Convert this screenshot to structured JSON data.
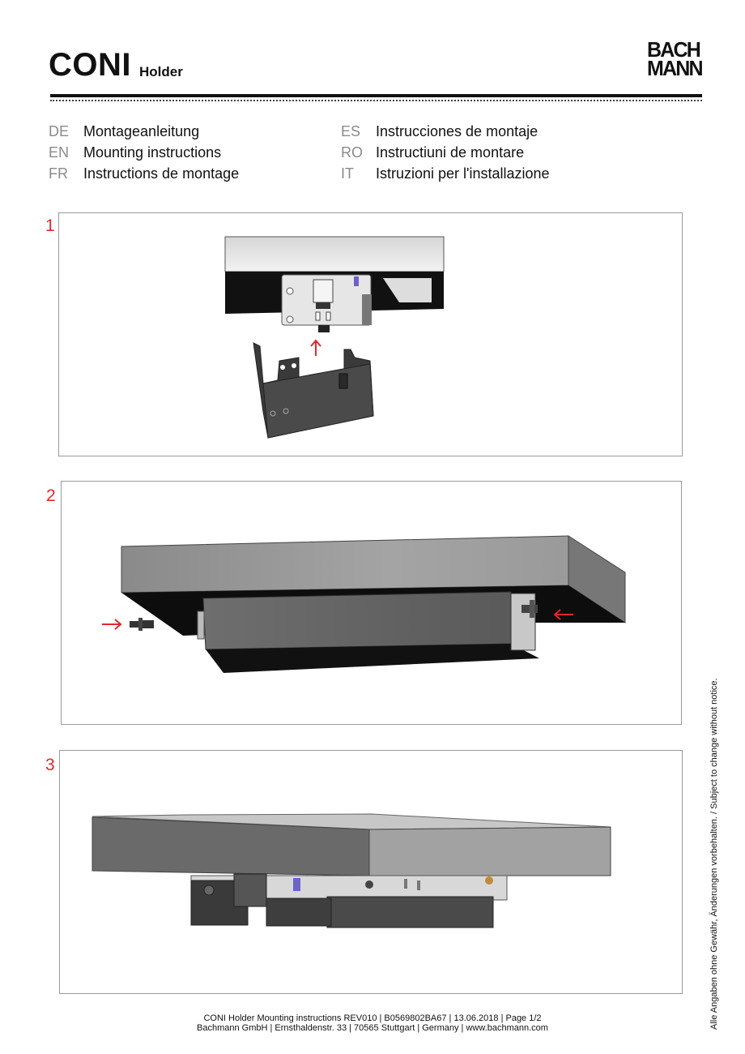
{
  "header": {
    "title": "CONI",
    "subtitle": "Holder",
    "logo_line1": "BACH",
    "logo_line2": "MANN"
  },
  "languages": {
    "left": [
      {
        "code": "DE",
        "text": "Montageanleitung"
      },
      {
        "code": "EN",
        "text": "Mounting instructions"
      },
      {
        "code": "FR",
        "text": "Instructions de montage"
      }
    ],
    "right": [
      {
        "code": "ES",
        "text": "Instrucciones de montaje"
      },
      {
        "code": "RO",
        "text": "Instructiuni de montare"
      },
      {
        "code": "IT",
        "text": "Istruzioni per l'installazione"
      }
    ]
  },
  "steps": [
    {
      "number": "1",
      "illustration": "holder-bracket-attach-from-below"
    },
    {
      "number": "2",
      "illustration": "insert-push-rivets-both-sides"
    },
    {
      "number": "3",
      "illustration": "assembled-holder-under-tabletop"
    }
  ],
  "colors": {
    "accent_red": "#e3262e",
    "box_border": "#9a9a9a",
    "lang_code_gray": "#8a8a8a"
  },
  "footer": {
    "line1": "CONI Holder Mounting instructions REV010 | B0569802BA67 | 13.06.2018 | Page 1/2",
    "line2": "Bachmann GmbH | Ernsthaldenstr. 33 | 70565 Stuttgart | Germany | www.bachmann.com"
  },
  "side_note": "Alle Angaben ohne Gewähr, Änderungen vorbehalten. / Subject to change without notice."
}
